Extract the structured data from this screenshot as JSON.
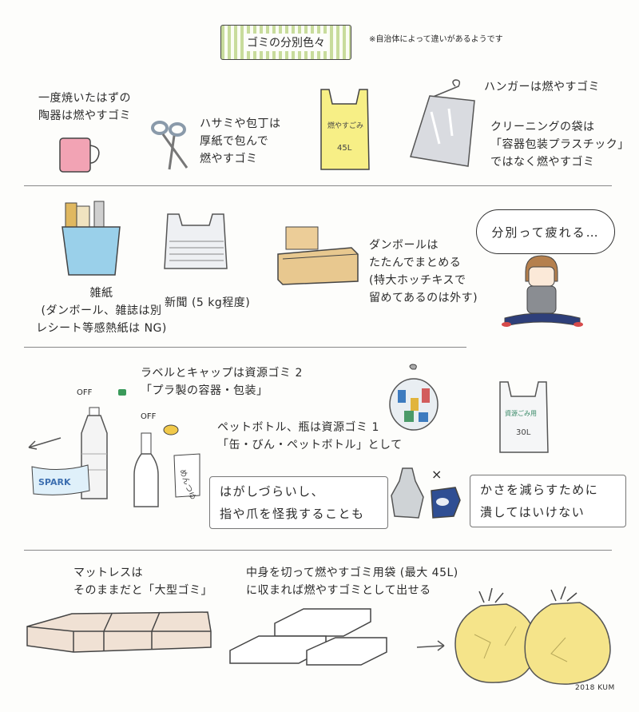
{
  "title": "ゴミの分別色々",
  "note": "※自治体によって違いがあるようです",
  "row1": {
    "pottery": "一度焼いたはずの\n陶器は燃やすゴミ",
    "scissors": "ハサミや包丁は\n厚紙で包んで\n燃やすゴミ",
    "bag_print": "燃やすごみ",
    "bag_size": "45L",
    "hanger": "ハンガーは燃やすゴミ",
    "cleaning": "クリーニングの袋は\n「容器包装プラスチック」\nではなく燃やすゴミ"
  },
  "row2": {
    "paper": "雑紙\n(ダンボール、雑誌は別\nレシート等感熱紙は NG)",
    "newspaper": "新聞 (5 kg程度)",
    "cardboard": "ダンボールは\nたたんでまとめる\n(特大ホッチキスで\n留めてあるのは外す)",
    "speech": "分別って疲れる…"
  },
  "row3": {
    "label_cap": "ラベルとキャップは資源ゴミ 2\n「プラ製の容器・包装」",
    "pet": "ペットボトル、瓶は資源ゴミ 1\n「缶・びん・ペットボトル」として",
    "off1": "OFF",
    "off2": "OFF",
    "spark": "SPARK",
    "tag": "めんつゆ",
    "tip1": "はがしづらいし、\n指や爪を怪我することも",
    "tip2": "かさを減らすために\n潰してはいけない",
    "x_mark": "×",
    "bag2_print": "資源ごみ用",
    "bag2_size": "30L"
  },
  "row4": {
    "mattress": "マットレスは\nそのままだと「大型ゴミ」",
    "cut": "中身を切って燃やすゴミ用袋 (最大 45L)\nに収まれば燃やすゴミとして出せる"
  },
  "credit": "2018 KUM"
}
